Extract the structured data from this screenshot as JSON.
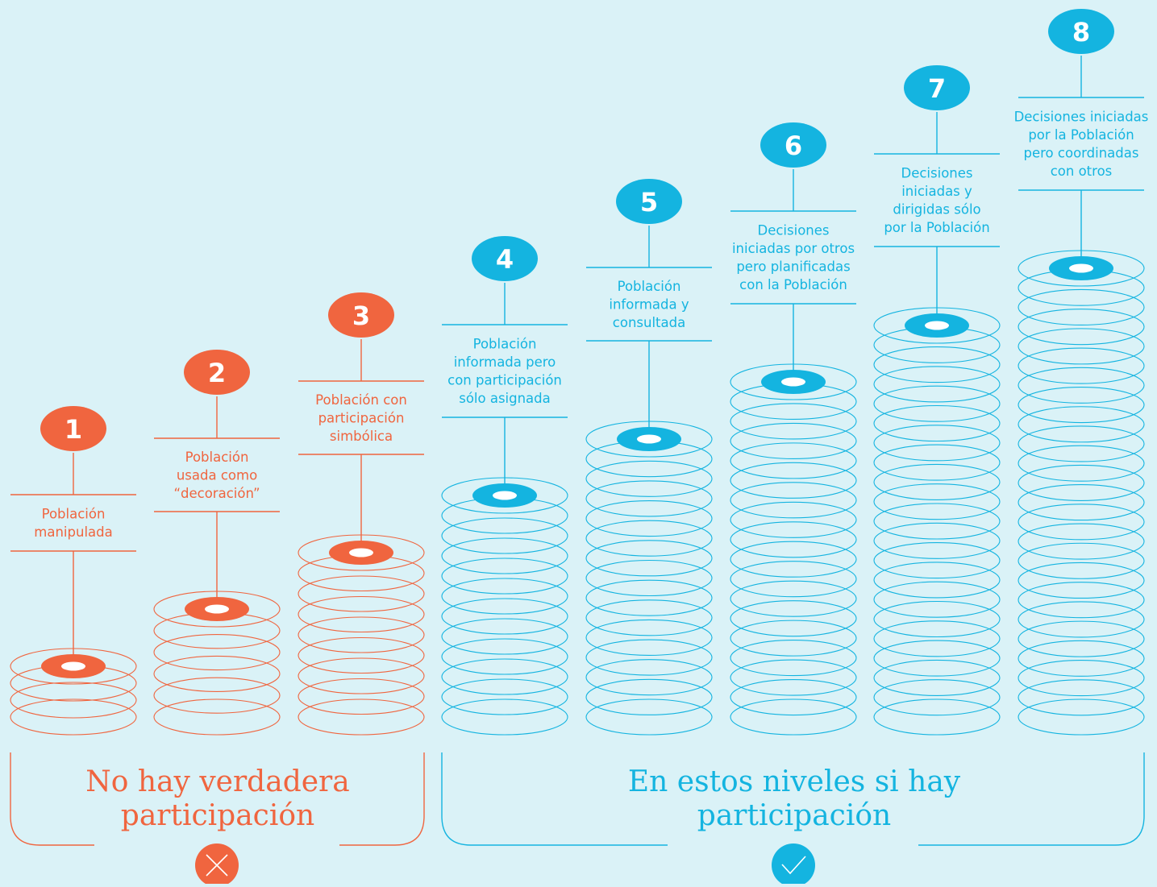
{
  "colors": {
    "background": "#daf2f7",
    "no_participation": "#f0653f",
    "participation": "#14b4e0",
    "hole": "#ffffff"
  },
  "levels": [
    {
      "number": "1",
      "label": [
        "Población",
        "manipulada"
      ],
      "group": "no"
    },
    {
      "number": "2",
      "label": [
        "Población",
        "usada como",
        "“decoración”"
      ],
      "group": "no"
    },
    {
      "number": "3",
      "label": [
        "Población con",
        "participación",
        "simbólica"
      ],
      "group": "no"
    },
    {
      "number": "4",
      "label": [
        "Población",
        "informada pero",
        "con participación",
        "sólo asignada"
      ],
      "group": "yes"
    },
    {
      "number": "5",
      "label": [
        "Población",
        "informada y",
        "consultada"
      ],
      "group": "yes"
    },
    {
      "number": "6",
      "label": [
        "Decisiones",
        "iniciadas por otros",
        "pero planificadas",
        "con la Población"
      ],
      "group": "yes"
    },
    {
      "number": "7",
      "label": [
        "Decisiones",
        "iniciadas y",
        "dirigidas sólo",
        "por la Población"
      ],
      "group": "yes"
    },
    {
      "number": "8",
      "label": [
        "Decisiones iniciadas",
        "por la Población",
        "pero coordinadas",
        "con otros"
      ],
      "group": "yes"
    }
  ],
  "groups": {
    "no": {
      "caption": [
        "No hay verdadera",
        "participación"
      ],
      "icon": "x-icon"
    },
    "yes": {
      "caption": [
        "En estos niveles si hay",
        "participación"
      ],
      "icon": "check-icon"
    }
  }
}
